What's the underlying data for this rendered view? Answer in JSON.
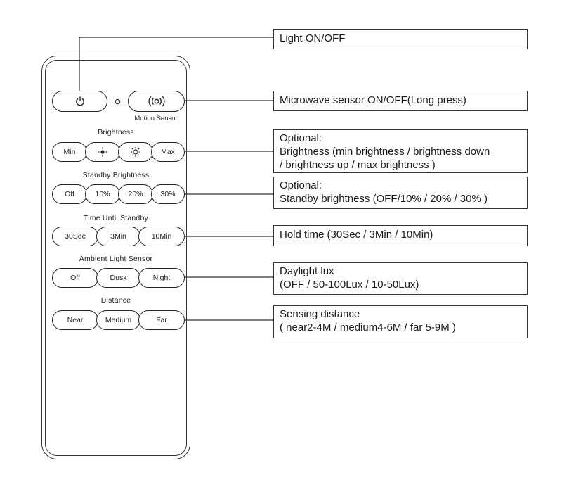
{
  "remote": {
    "motion_sensor_label": "Motion Sensor",
    "brightness": {
      "title": "Brightness",
      "buttons": [
        "Min",
        "Max"
      ]
    },
    "standby_brightness": {
      "title": "Standby Brightness",
      "buttons": [
        "Off",
        "10%",
        "20%",
        "30%"
      ]
    },
    "time_until_standby": {
      "title": "Time Until Standby",
      "buttons": [
        "30Sec",
        "3Min",
        "10Min"
      ]
    },
    "ambient_light_sensor": {
      "title": "Ambient Light Sensor",
      "buttons": [
        "Off",
        "Dusk",
        "Night"
      ]
    },
    "distance": {
      "title": "Distance",
      "buttons": [
        "Near",
        "Medium",
        "Far"
      ]
    }
  },
  "callouts": {
    "light": [
      "Light ON/OFF"
    ],
    "microwave": [
      "Microwave sensor ON/OFF(Long press)"
    ],
    "brightness": [
      "Optional:",
      "Brightness (min brightness / brightness down",
      "/ brightness up / max brightness )"
    ],
    "standby": [
      "Optional:",
      "Standby brightness (OFF/10% / 20% / 30% )"
    ],
    "hold": [
      "Hold time (30Sec / 3Min / 10Min)"
    ],
    "daylight": [
      "Daylight lux",
      "(OFF / 50-100Lux / 10-50Lux)"
    ],
    "distance": [
      "Sensing distance",
      "( near2-4M / medium4-6M / far 5-9M )"
    ]
  },
  "icons": {
    "power": "power-icon",
    "motion": "motion-sensor-icon",
    "brightness_down": "brightness-down-icon",
    "brightness_up": "brightness-up-icon"
  }
}
